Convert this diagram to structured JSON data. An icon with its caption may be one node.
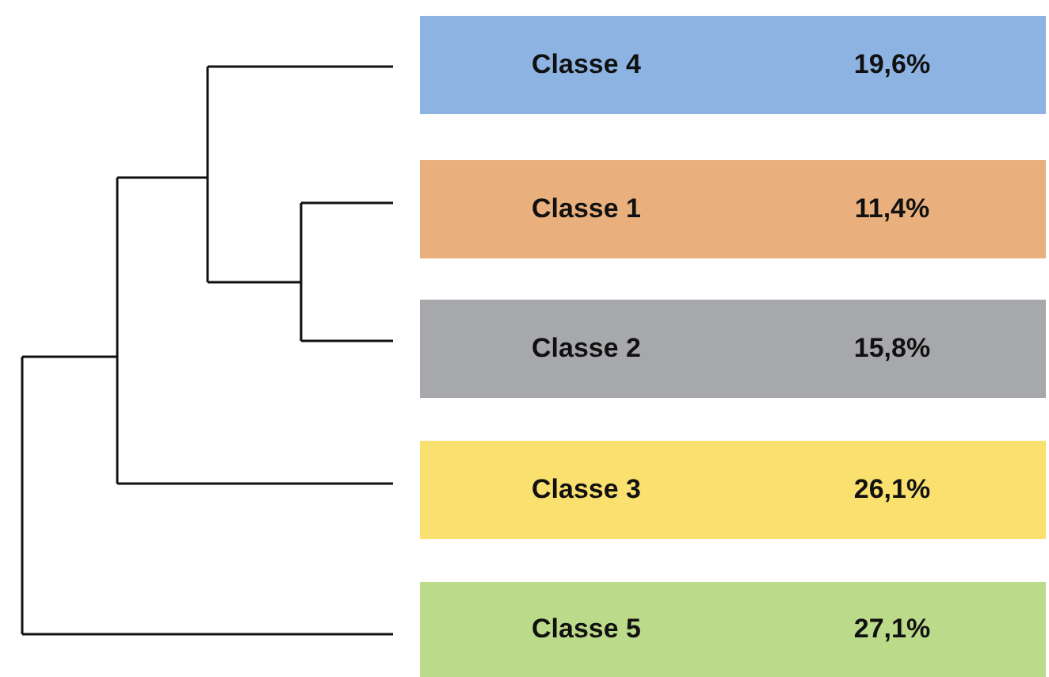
{
  "diagram": {
    "nodes": [
      {
        "text": [
          "Classe 4",
          "19,6%"
        ]
      },
      {
        "text": [
          "Classe 1",
          "11,4%"
        ]
      },
      {
        "text": [
          "Classe 2",
          "15,8%"
        ]
      },
      {
        "text": [
          "Classe 3",
          "26,1%"
        ]
      },
      {
        "text": [
          "Classe 5",
          "27,1%"
        ]
      }
    ]
  }
}
